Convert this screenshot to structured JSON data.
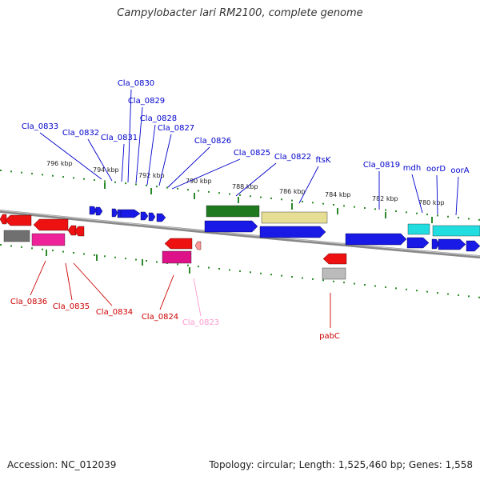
{
  "title": "Campylobacter lari RM2100, complete genome",
  "footer": {
    "accession": "Accession: NC_012039",
    "topology": "Topology: circular; Length: 1,525,460 bp; Genes: 1,558"
  },
  "colors": {
    "forward_label": "#0000cc",
    "reverse_label": "#cc0000",
    "pink_label": "#ff99cc",
    "tick": "#2a8a2a",
    "backbone": "#888888"
  },
  "scale_labels": [
    "796 kbp",
    "794 kbp",
    "792 kbp",
    "790 kbp",
    "788 kbp",
    "786 kbp",
    "784 kbp",
    "782 kbp",
    "780 kbp"
  ],
  "forward_labels": [
    "Cla_0833",
    "Cla_0832",
    "Cla_0831",
    "Cla_0830",
    "Cla_0829",
    "Cla_0828",
    "Cla_0827",
    "Cla_0826",
    "Cla_0825",
    "Cla_0822",
    "ftsK",
    "Cla_0819",
    "mdh",
    "oorD",
    "oorA"
  ],
  "reverse_labels": [
    "Cla_0836",
    "Cla_0835",
    "Cla_0834",
    "Cla_0824",
    "Cla_0823",
    "pabC"
  ]
}
